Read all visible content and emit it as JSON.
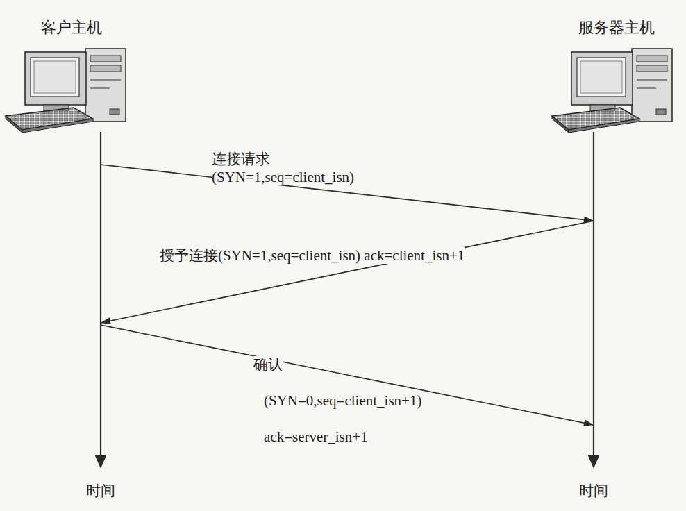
{
  "diagram": {
    "nodes": [
      {
        "text": [
          "客户主机"
        ]
      },
      {
        "text": [
          "服务器主机"
        ]
      }
    ],
    "edges": [
      {
        "from": 0,
        "to": 1,
        "arrow": "to",
        "label": "连接请求(SYN=1,seq=client_isn)"
      },
      {
        "from": 1,
        "to": 0,
        "arrow": "to",
        "label": "授予连接(SYN=1,seq=client_isn) ack=client_isn+1"
      },
      {
        "from": 0,
        "to": 1,
        "arrow": "to",
        "label": "确认(SYN=0,seq=client_isn+1) ack=server_isn+1"
      }
    ],
    "labels": [
      "时间",
      "时间"
    ]
  }
}
